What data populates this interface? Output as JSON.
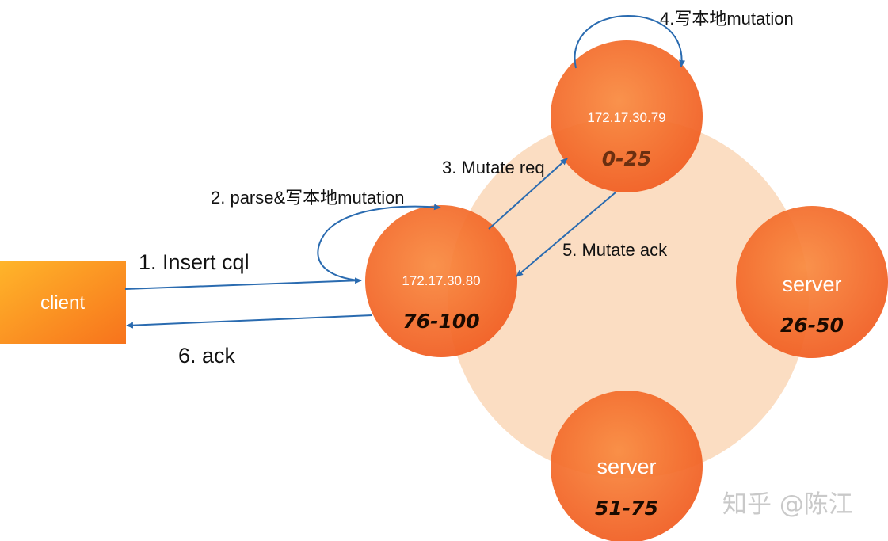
{
  "colors": {
    "ring": "#fbd9bb",
    "node": "#f26a2b",
    "client": "#fb9c1f",
    "arrow": "#2a6bb0"
  },
  "client": {
    "label": "client"
  },
  "coordinator": {
    "ip": "172.17.30.80",
    "range": "76-100"
  },
  "replica": {
    "ip": "172.17.30.79",
    "range": "0-25"
  },
  "server_right": {
    "label": "server",
    "range": "26-50"
  },
  "server_bottom": {
    "label": "server",
    "range": "51-75"
  },
  "steps": {
    "s1": "1. Insert cql",
    "s2": "2. parse&写本地mutation",
    "s3": "3. Mutate req",
    "s4": "4.写本地mutation",
    "s5": "5. Mutate ack",
    "s6": "6. ack"
  },
  "watermark": "知乎 @陈江"
}
